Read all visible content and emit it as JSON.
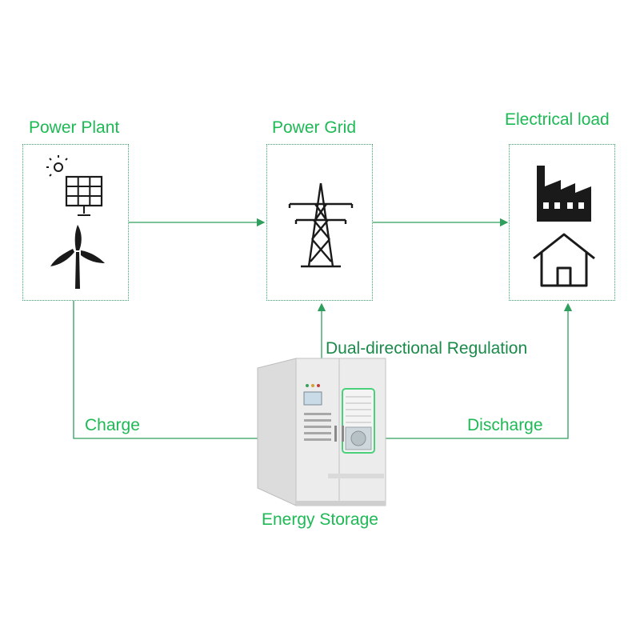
{
  "colors": {
    "accent": "#1db954",
    "line": "#2e9f5c",
    "icon": "#1a1a1a"
  },
  "nodes": {
    "power_plant": {
      "label": "Power Plant",
      "icons": [
        "solar-panel-icon",
        "wind-turbine-icon"
      ]
    },
    "power_grid": {
      "label": "Power Grid",
      "icons": [
        "transmission-tower-icon"
      ]
    },
    "electrical_load": {
      "label": "Electrical load",
      "icons": [
        "factory-icon",
        "house-icon"
      ]
    },
    "energy_storage": {
      "label": "Energy Storage",
      "icons": [
        "energy-storage-cabinet-icon"
      ]
    }
  },
  "edges": {
    "charge": "Charge",
    "discharge": "Discharge",
    "regulation": "Dual-directional Regulation"
  }
}
